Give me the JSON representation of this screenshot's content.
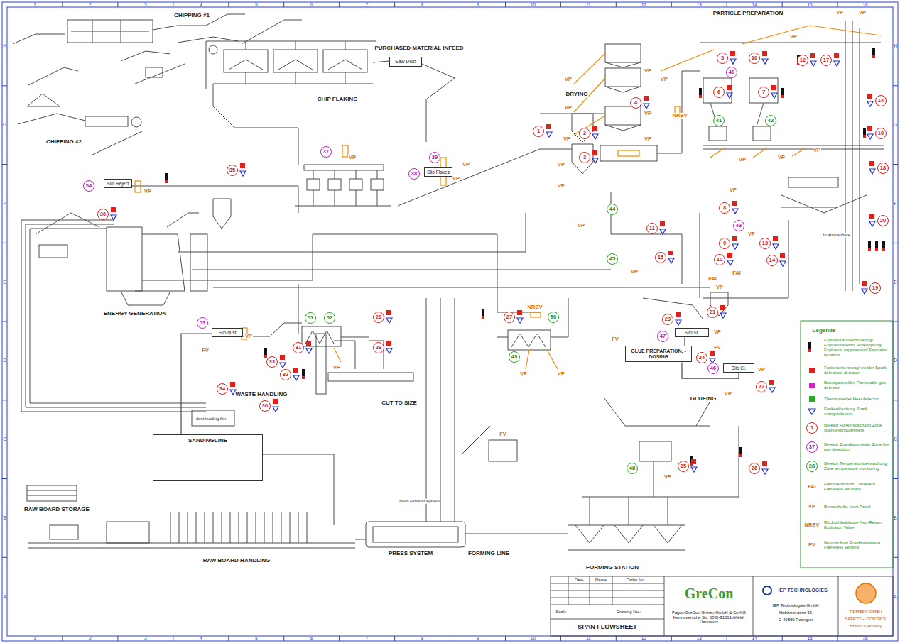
{
  "diagram": {
    "nodes": [
      {
        "text": [
          "Saw Dust"
        ]
      },
      {
        "text": [
          "Silo Reject"
        ]
      },
      {
        "text": [
          "Silo Flakes"
        ]
      },
      {
        "text": [
          "Silo dust"
        ]
      },
      {
        "text": [
          "Silo St."
        ]
      },
      {
        "text": [
          "Silo Cl."
        ]
      },
      {
        "text": [
          "GLUE PREPARATION, -DOSING"
        ]
      },
      {
        "text": [
          "SANDINGLINE"
        ]
      }
    ],
    "edges": [
      {
        "from": 4,
        "to": 6,
        "arrow": "none"
      },
      {
        "from": 5,
        "to": 6,
        "arrow": "none"
      },
      {
        "from": 7,
        "to": 3,
        "arrow": "none"
      }
    ],
    "labels": [
      "1",
      "2",
      "3",
      "4",
      "5",
      "6",
      "7",
      "8",
      "9",
      "10",
      "11",
      "12",
      "13",
      "14",
      "15",
      "16",
      "1",
      "2",
      "3",
      "4",
      "5",
      "6",
      "7",
      "8",
      "9",
      "10",
      "11",
      "12",
      "13",
      "14",
      "15",
      "16",
      "H",
      "G",
      "F",
      "E",
      "D",
      "C",
      "B",
      "A",
      "H",
      "G",
      "F",
      "E",
      "D",
      "C",
      "B",
      "A",
      "CHIPPING #1",
      "PARTICLE PREPARATION",
      "PURCHASED MATERIAL INFEED",
      "CHIP FLAKING",
      "DRYING",
      "CHIPPING #2",
      "ENERGY GENERATION",
      "WASTE HANDLING",
      "CUT TO SIZE",
      "GLUEING",
      "RAW BOARD STORAGE",
      "RAW BOARD HANDLING",
      "PRESS SYSTEM",
      "FORMING LINE",
      "FORMING STATION",
      "to atmosphere",
      "dust loading bin",
      "press exhaust system",
      "1",
      "2",
      "3",
      "4",
      "5",
      "6",
      "7",
      "8",
      "9",
      "10",
      "11",
      "12",
      "13",
      "14",
      "14",
      "10",
      "15",
      "16",
      "17",
      "18",
      "19",
      "20",
      "21",
      "22",
      "23",
      "24",
      "25",
      "26",
      "27",
      "28",
      "29",
      "30",
      "31",
      "32",
      "33",
      "34",
      "35",
      "36",
      "37",
      "38",
      "39",
      "40",
      "41",
      "42",
      "43",
      "44",
      "45",
      "46",
      "47",
      "48",
      "49",
      "50",
      "51",
      "52",
      "53",
      "54",
      "VP",
      "VP",
      "VP",
      "VP",
      "VP",
      "VP",
      "VP",
      "VP",
      "VP",
      "VP",
      "VP",
      "VP",
      "VP",
      "VP",
      "VP",
      "VP",
      "VP",
      "VP",
      "VP",
      "VP",
      "VP",
      "VP",
      "VP",
      "VP",
      "VP",
      "VP",
      "VP",
      "VP",
      "VP",
      "VP",
      "VP",
      "VP",
      "NREV",
      "NREV",
      "FAI",
      "FAI",
      "FV",
      "FV",
      "FV",
      "FV",
      "Legende",
      "1",
      "37",
      "28",
      "FAI",
      "VP",
      "NREV",
      "FV",
      "GreCon",
      "Fagus-GreCon Greten GmbH & Co KG Hannoversche Str. 58 D-31061 Alfeld-Hannover",
      "IEP TECHNOLOGIES",
      "IEP Technologies GmbH",
      "Halskestrasse 32",
      "D-40880 Ratingen",
      "REMBE® GMBH",
      "SAFETY + CONTROL",
      "Brilon / Germany",
      "SPAN FLOWSHEET",
      "Date",
      "Name",
      "Order No.",
      "Scale",
      "Drawing No.:"
    ],
    "legend": [
      {
        "text": "Explosionsunterdrückung/ Explosionstechn. Entkopplung/ Explosion suppression/ Explosion isolation"
      },
      {
        "text": "Funkenerkennung/-melder Spark detection/-detector"
      },
      {
        "text": "Brandgasmelder Flammable gas detector"
      },
      {
        "text": "Thermomelder Heat detector"
      },
      {
        "text": "Funkenlöschung Spark extinguishment"
      },
      {
        "text": "Bereich Funkenlöschung Zone spark extinguishment"
      },
      {
        "text": "Bereich Brandgasmelder Zone fire gas detection"
      },
      {
        "text": "Bereich Temperaturüberwachung Zone temperature monitoring"
      },
      {
        "text": "Flammenschutz, Luftleitern Flameless Air-inlets"
      },
      {
        "text": "Berstscheibe Vent Panel"
      },
      {
        "text": "Rückschlagklappe Non-Return Explosion Valve"
      },
      {
        "text": "flammenlose Druckentlastung Flameless Venting"
      }
    ]
  }
}
